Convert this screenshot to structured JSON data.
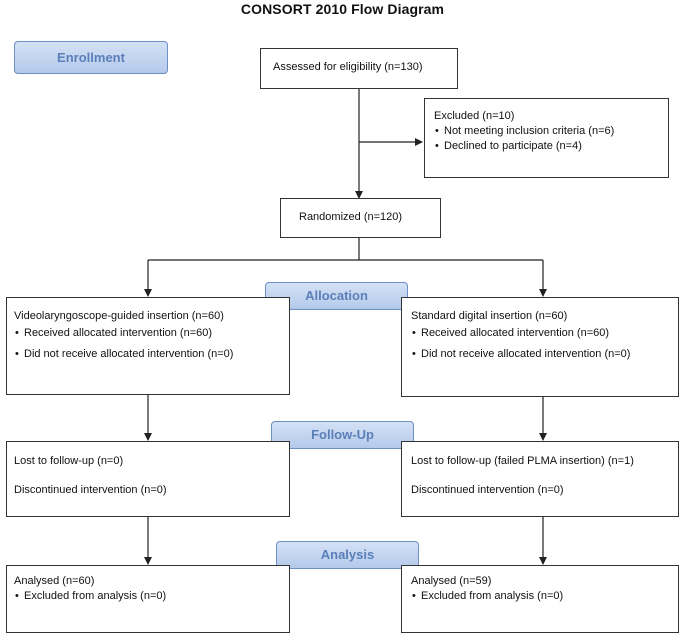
{
  "title": "CONSORT 2010 Flow Diagram",
  "stages": {
    "enrollment": "Enrollment",
    "allocation": "Allocation",
    "follow_up": "Follow-Up",
    "analysis": "Analysis"
  },
  "assessed": "Assessed for eligibility (n=130)",
  "excluded": {
    "heading": "Excluded (n=10)",
    "items": [
      "Not meeting inclusion criteria (n=6)",
      "Declined to participate (n=4)"
    ]
  },
  "randomized": "Randomized (n=120)",
  "allocation": {
    "left": {
      "heading": "Videolaryngoscope-guided insertion (n=60)",
      "items": [
        "Received allocated intervention (n=60)",
        "Did not receive allocated intervention (n=0)"
      ]
    },
    "right": {
      "heading": "Standard digital insertion (n=60)",
      "items": [
        "Received allocated intervention (n=60)",
        "Did not receive allocated intervention (n=0)"
      ]
    }
  },
  "follow_up": {
    "left": {
      "lost": "Lost to follow-up (n=0)",
      "discontinued": "Discontinued intervention (n=0)"
    },
    "right": {
      "lost": "Lost to follow-up (failed PLMA insertion) (n=1)",
      "discontinued": "Discontinued intervention (n=0)"
    }
  },
  "analysis": {
    "left": {
      "analysed": "Analysed (n=60)",
      "items": [
        "Excluded from analysis (n=0)"
      ]
    },
    "right": {
      "analysed": "Analysed (n=59)",
      "items": [
        "Excluded from analysis (n=0)"
      ]
    }
  }
}
